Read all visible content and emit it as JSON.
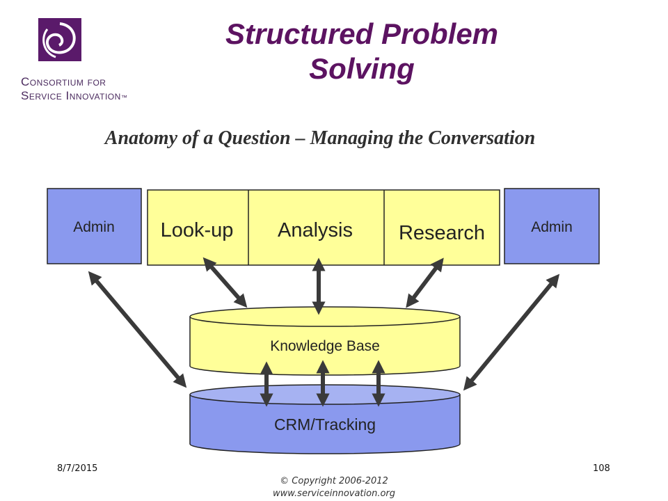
{
  "logo": {
    "line1": "Consortium for",
    "line2": "Service Innovation",
    "tm": "™"
  },
  "title": {
    "line1": "Structured Problem",
    "line2": "Solving"
  },
  "subtitle": "Anatomy of a Question – Managing the Conversation",
  "diagram": {
    "admin_left": "Admin",
    "admin_right": "Admin",
    "lookup": "Look-up",
    "analysis": "Analysis",
    "research": "Research",
    "knowledge_base": "Knowledge Base",
    "crm_tracking": "CRM/Tracking"
  },
  "colors": {
    "title": "#5c1361",
    "yellow_fill": "#ffff99",
    "blue_fill": "#8a99ee",
    "arrow": "#3a3a3a",
    "logo_purple": "#5a1a6a"
  },
  "footer": {
    "date": "8/7/2015",
    "page": "108",
    "copyright": "© Copyright 2006-2012",
    "website": "www.serviceinnovation.org"
  }
}
